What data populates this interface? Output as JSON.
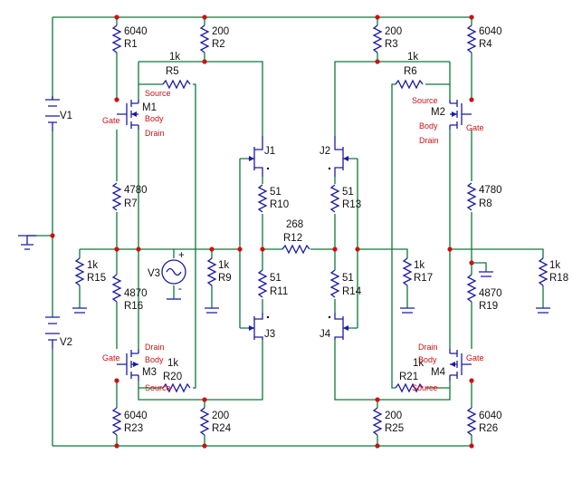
{
  "resistors": [
    {
      "ref": "R1",
      "value": "6040"
    },
    {
      "ref": "R2",
      "value": "200"
    },
    {
      "ref": "R3",
      "value": "200"
    },
    {
      "ref": "R4",
      "value": "6040"
    },
    {
      "ref": "R5",
      "value": "1k"
    },
    {
      "ref": "R6",
      "value": "1k"
    },
    {
      "ref": "R7",
      "value": "4780"
    },
    {
      "ref": "R8",
      "value": "4780"
    },
    {
      "ref": "R9",
      "value": "1k"
    },
    {
      "ref": "R10",
      "value": "51"
    },
    {
      "ref": "R11",
      "value": "51"
    },
    {
      "ref": "R12",
      "value": "268"
    },
    {
      "ref": "R13",
      "value": "51"
    },
    {
      "ref": "R14",
      "value": "51"
    },
    {
      "ref": "R15",
      "value": "1k"
    },
    {
      "ref": "R16",
      "value": "4870"
    },
    {
      "ref": "R17",
      "value": "1k"
    },
    {
      "ref": "R18",
      "value": "1k"
    },
    {
      "ref": "R19",
      "value": "4870"
    },
    {
      "ref": "R20",
      "value": "1k"
    },
    {
      "ref": "R21",
      "value": "1k"
    },
    {
      "ref": "R23",
      "value": "6040"
    },
    {
      "ref": "R24",
      "value": "200"
    },
    {
      "ref": "R25",
      "value": "200"
    },
    {
      "ref": "R26",
      "value": "6040"
    }
  ],
  "sources": [
    {
      "ref": "V1"
    },
    {
      "ref": "V2"
    },
    {
      "ref": "V3",
      "plus": "+",
      "minus": "-"
    }
  ],
  "mosfets": [
    {
      "ref": "M1",
      "gate": "Gate",
      "source": "Source",
      "body": "Body",
      "drain": "Drain"
    },
    {
      "ref": "M2",
      "gate": "Gate",
      "source": "Source",
      "body": "Body",
      "drain": "Drain"
    },
    {
      "ref": "M3",
      "gate": "Gate",
      "source": "Source",
      "body": "Body",
      "drain": "Drain"
    },
    {
      "ref": "M4",
      "gate": "Gate",
      "source": "Source",
      "body": "Body",
      "drain": "Drain"
    }
  ],
  "jfets": [
    {
      "ref": "J1"
    },
    {
      "ref": "J2"
    },
    {
      "ref": "J3"
    },
    {
      "ref": "J4"
    }
  ],
  "colors": {
    "wire": "#0a7a3a",
    "component": "#1a1aa8",
    "node": "#cc1111",
    "pin_label": "#cc1111",
    "text": "#111111"
  }
}
